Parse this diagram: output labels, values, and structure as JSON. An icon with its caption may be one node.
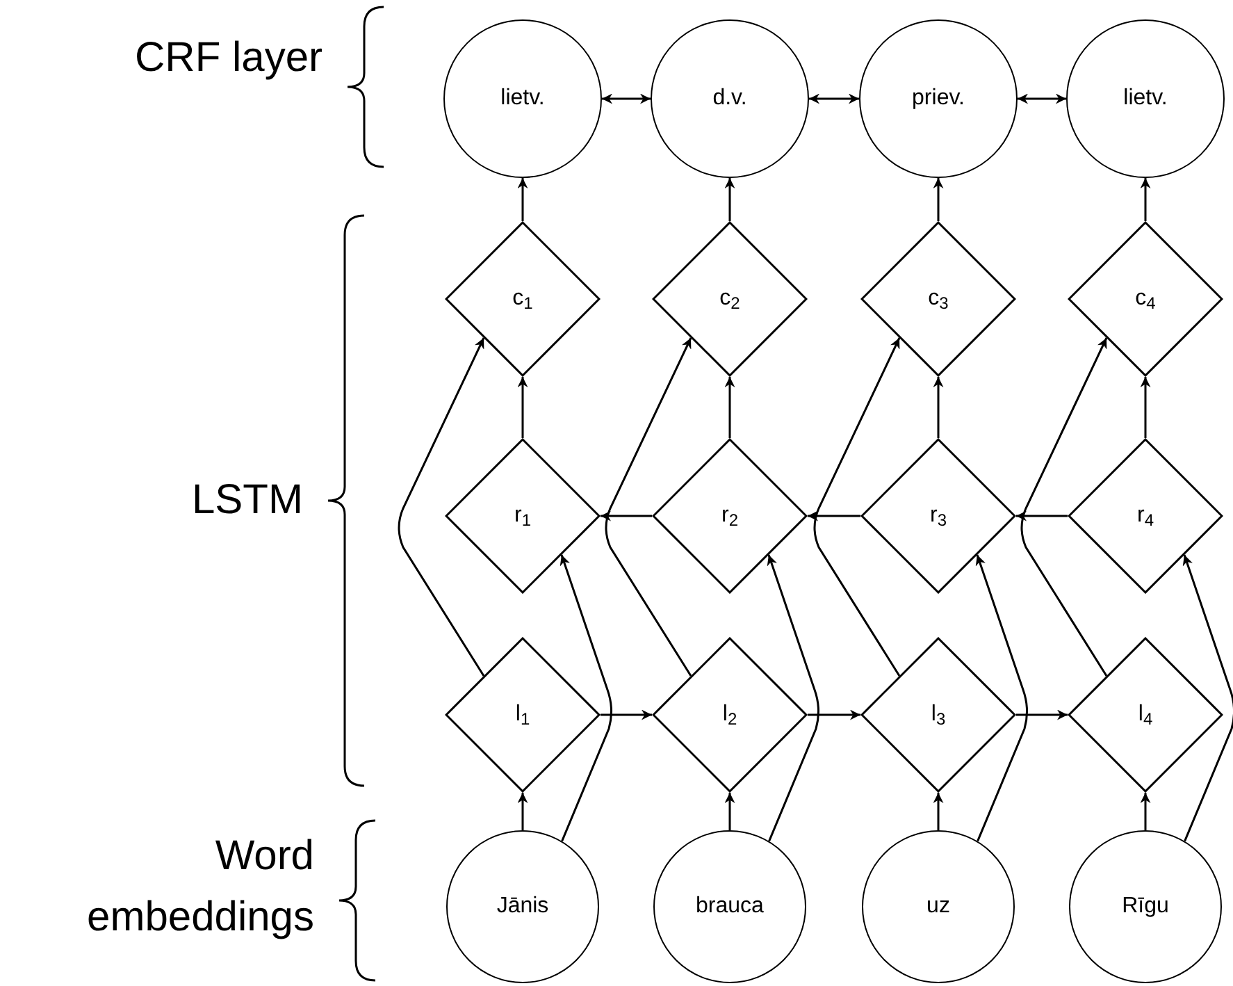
{
  "diagram": {
    "nodes": [
      {
        "text": [
          "lietv."
        ]
      },
      {
        "text": [
          "d.v."
        ]
      },
      {
        "text": [
          "priev."
        ]
      },
      {
        "text": [
          "lietv."
        ]
      },
      {
        "text": [
          "c$_{1}$"
        ]
      },
      {
        "text": [
          "c$_{2}$"
        ]
      },
      {
        "text": [
          "c$_{3}$"
        ]
      },
      {
        "text": [
          "c$_{4}$"
        ]
      },
      {
        "text": [
          "r$_{1}$"
        ]
      },
      {
        "text": [
          "r$_{2}$"
        ]
      },
      {
        "text": [
          "r$_{3}$"
        ]
      },
      {
        "text": [
          "r$_{4}$"
        ]
      },
      {
        "text": [
          "l$_{1}$"
        ]
      },
      {
        "text": [
          "l$_{2}$"
        ]
      },
      {
        "text": [
          "l$_{3}$"
        ]
      },
      {
        "text": [
          "l$_{4}$"
        ]
      },
      {
        "text": [
          "Jānis"
        ]
      },
      {
        "text": [
          "brauca"
        ]
      },
      {
        "text": [
          "uz"
        ]
      },
      {
        "text": [
          "Rīgu"
        ]
      }
    ],
    "edges": [
      {
        "from": 0,
        "to": 1,
        "arrow": "both"
      },
      {
        "from": 1,
        "to": 2,
        "arrow": "both"
      },
      {
        "from": 2,
        "to": 3,
        "arrow": "both"
      },
      {
        "from": 4,
        "to": 0,
        "arrow": "to"
      },
      {
        "from": 5,
        "to": 1,
        "arrow": "to"
      },
      {
        "from": 6,
        "to": 2,
        "arrow": "to"
      },
      {
        "from": 7,
        "to": 3,
        "arrow": "to"
      },
      {
        "from": 8,
        "to": 4,
        "arrow": "to"
      },
      {
        "from": 9,
        "to": 5,
        "arrow": "to"
      },
      {
        "from": 10,
        "to": 6,
        "arrow": "to"
      },
      {
        "from": 11,
        "to": 7,
        "arrow": "to"
      },
      {
        "from": 12,
        "to": 4,
        "arrow": "to"
      },
      {
        "from": 13,
        "to": 5,
        "arrow": "to"
      },
      {
        "from": 14,
        "to": 6,
        "arrow": "to"
      },
      {
        "from": 15,
        "to": 7,
        "arrow": "to"
      },
      {
        "from": 9,
        "to": 8,
        "arrow": "to"
      },
      {
        "from": 10,
        "to": 9,
        "arrow": "to"
      },
      {
        "from": 11,
        "to": 10,
        "arrow": "to"
      },
      {
        "from": 12,
        "to": 13,
        "arrow": "to"
      },
      {
        "from": 13,
        "to": 14,
        "arrow": "to"
      },
      {
        "from": 14,
        "to": 15,
        "arrow": "to"
      },
      {
        "from": 16,
        "to": 12,
        "arrow": "to"
      },
      {
        "from": 17,
        "to": 13,
        "arrow": "to"
      },
      {
        "from": 18,
        "to": 14,
        "arrow": "to"
      },
      {
        "from": 19,
        "to": 15,
        "arrow": "to"
      },
      {
        "from": 16,
        "to": 8,
        "arrow": "to"
      },
      {
        "from": 17,
        "to": 9,
        "arrow": "to"
      },
      {
        "from": 18,
        "to": 10,
        "arrow": "to"
      },
      {
        "from": 19,
        "to": 11,
        "arrow": "to"
      }
    ],
    "labels": [
      "CRF layer",
      "LSTM",
      "Word embeddings"
    ]
  }
}
